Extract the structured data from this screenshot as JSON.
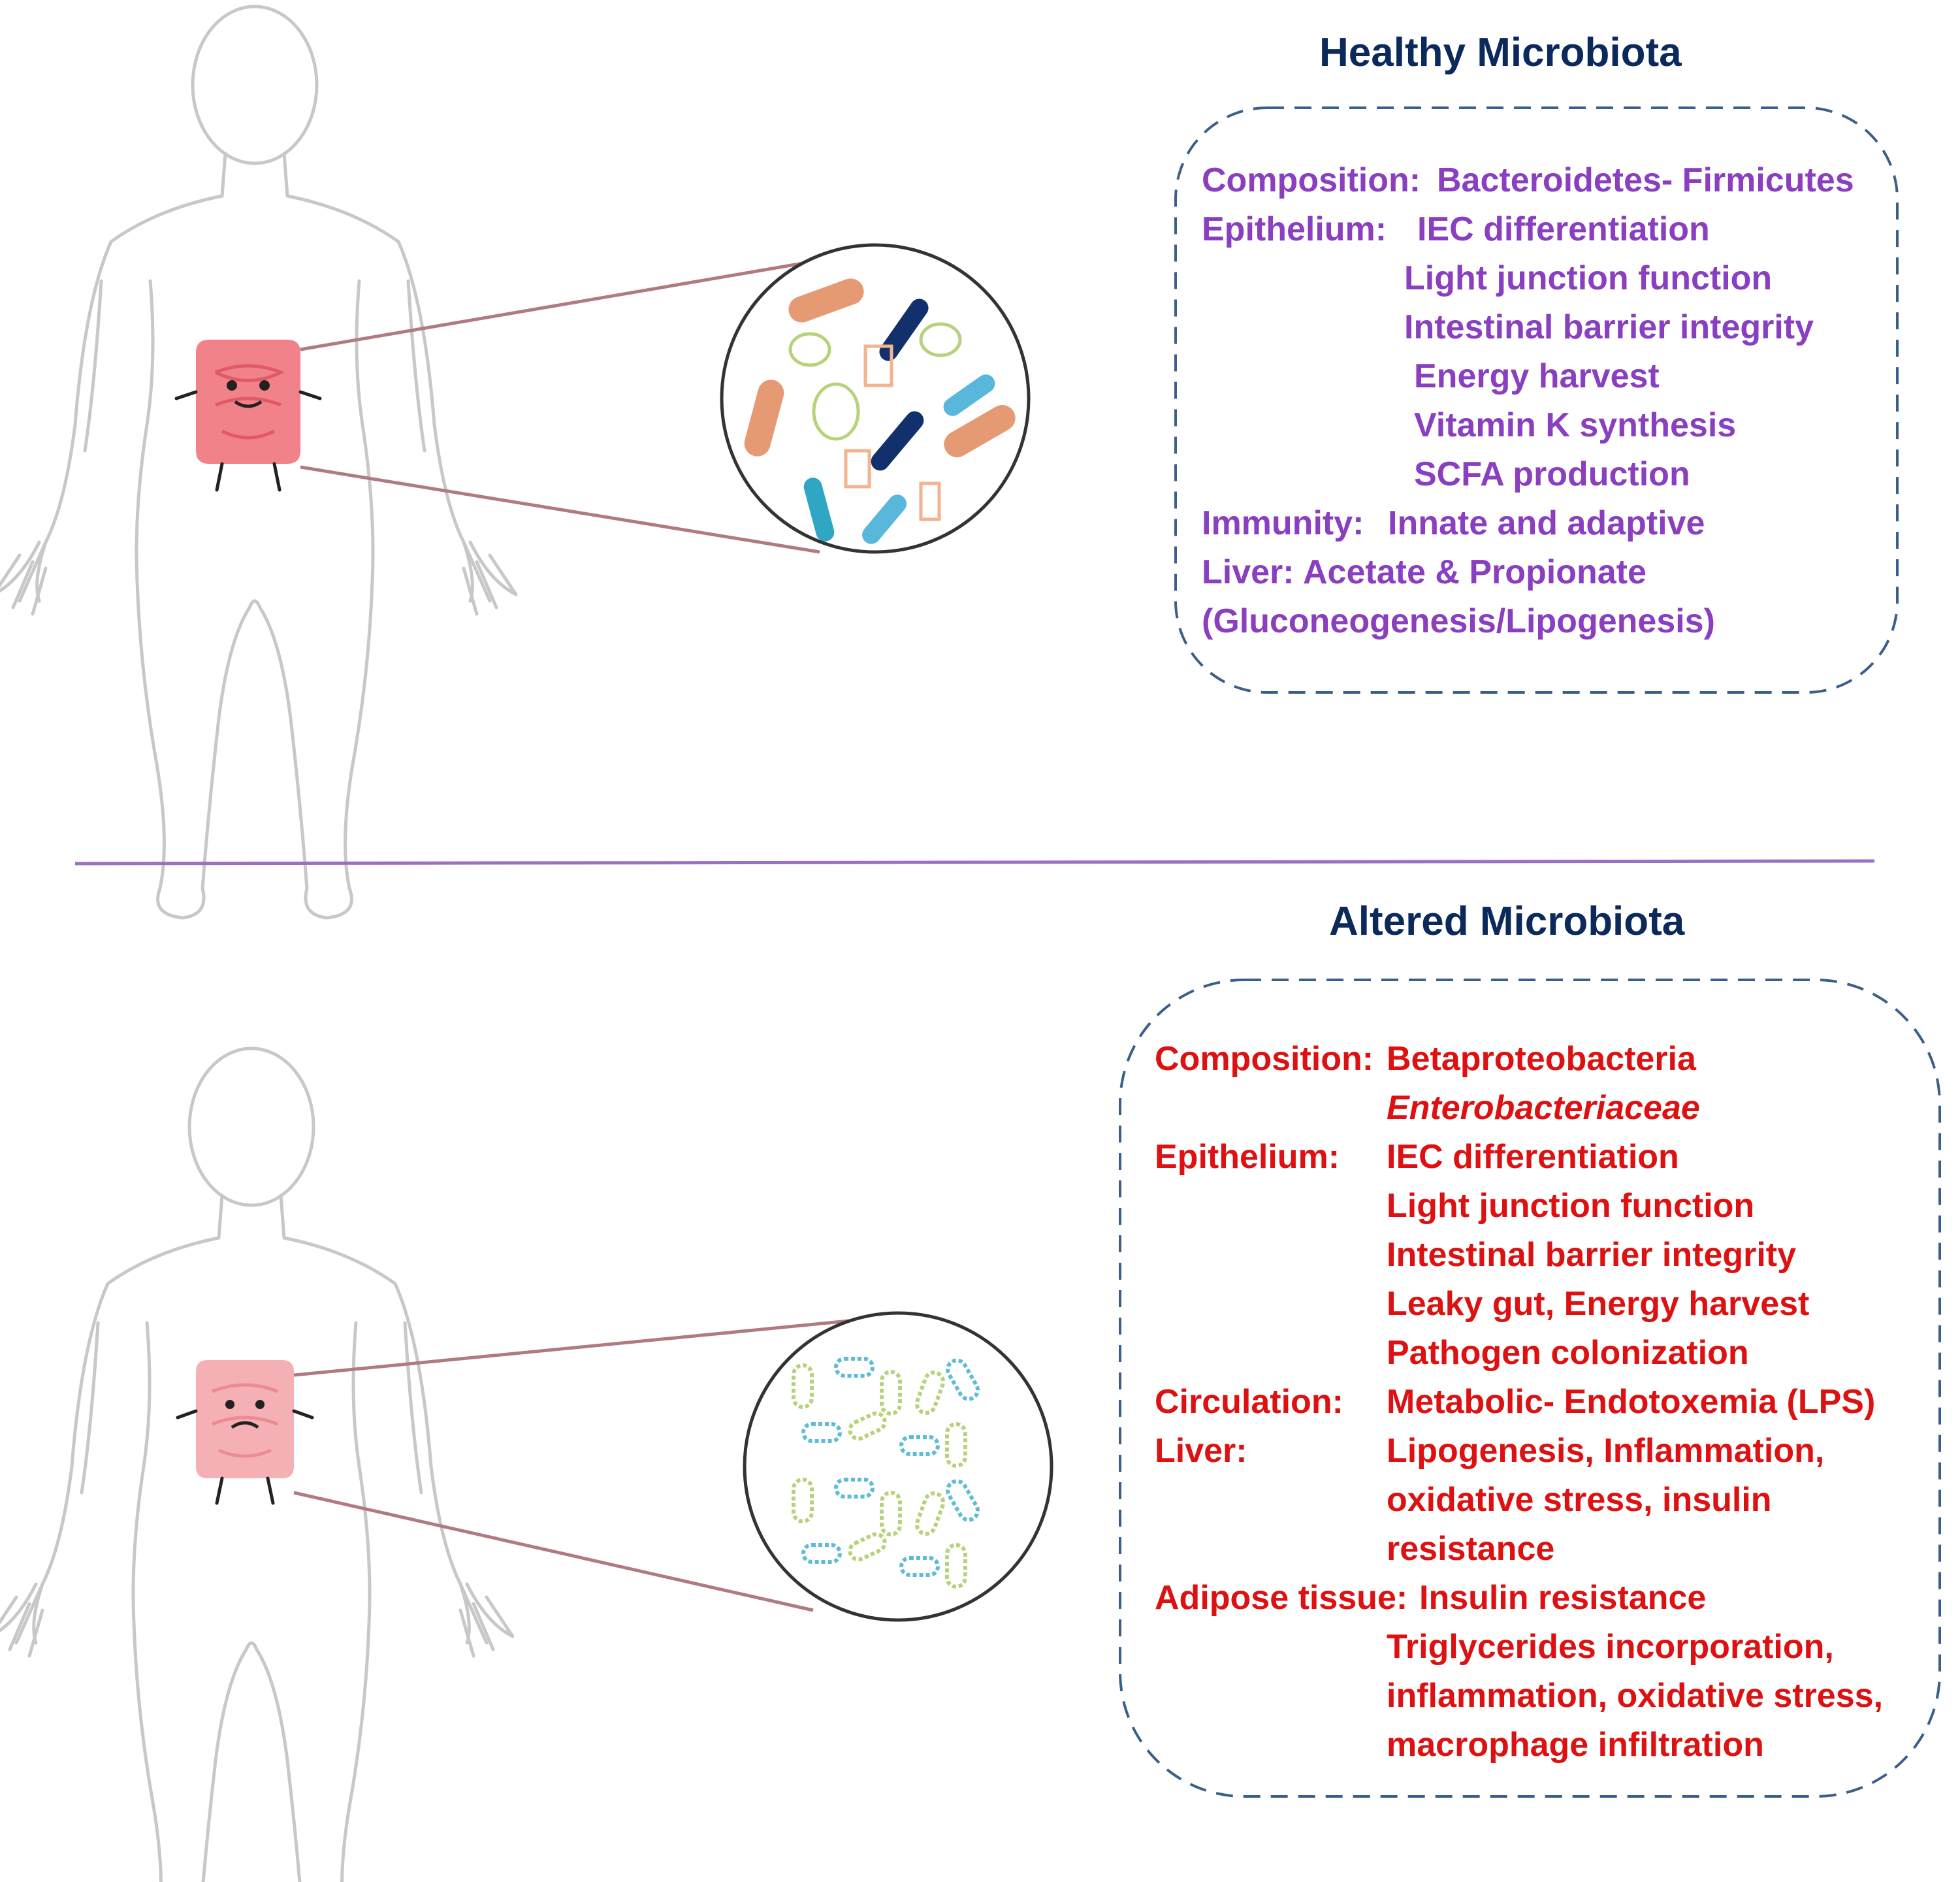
{
  "healthy": {
    "title": "Healthy Microbiota",
    "rows": [
      {
        "label": "Composition:",
        "value": "Bacteroidetes- Firmicutes"
      },
      {
        "label": "Epithelium:",
        "value": "IEC differentiation"
      },
      {
        "label": "",
        "value": "Light junction function"
      },
      {
        "label": "",
        "value": "Intestinal barrier integrity"
      },
      {
        "label": "",
        "value": "Energy harvest"
      },
      {
        "label": "",
        "value": "Vitamin K synthesis"
      },
      {
        "label": "",
        "value": "SCFA production"
      },
      {
        "label": "Immunity:",
        "value": "Innate and adaptive"
      },
      {
        "label": "Liver:",
        "value": "Acetate & Propionate"
      },
      {
        "label": "",
        "value": "(Gluconeogenesis/Lipogenesis)"
      }
    ]
  },
  "altered": {
    "title": "Altered Microbiota",
    "rows": [
      {
        "label": "Composition:",
        "value": "Betaproteobacteria"
      },
      {
        "label": "",
        "value": "Enterobacteriaceae"
      },
      {
        "label": "Epithelium:",
        "value": "IEC differentiation"
      },
      {
        "label": "",
        "value": "Light junction function"
      },
      {
        "label": "",
        "value": "Intestinal barrier integrity"
      },
      {
        "label": "",
        "value": "Leaky gut, Energy harvest"
      },
      {
        "label": "",
        "value": "Pathogen colonization"
      },
      {
        "label": "Circulation:",
        "value": "Metabolic- Endotoxemia (LPS)"
      },
      {
        "label": "Liver:",
        "value": "Lipogenesis, Inflammation,"
      },
      {
        "label": "",
        "value": "oxidative stress, insulin"
      },
      {
        "label": "",
        "value": "resistance"
      },
      {
        "label": "Adipose tissue:",
        "value": "Insulin resistance"
      },
      {
        "label": "",
        "value": "Triglycerides incorporation,"
      },
      {
        "label": "",
        "value": "inflammation, oxidative stress,"
      },
      {
        "label": "",
        "value": "macrophage infiltration"
      }
    ]
  },
  "colors": {
    "title": "#0b2a5b",
    "healthy_text": "#8a3ec0",
    "altered_text": "#dd1111",
    "divider": "#9b6fc4",
    "box_border": "#3a5f8a",
    "connector": "#b07a80",
    "gut_healthy": "#f2828a",
    "gut_altered": "#f5b0b5",
    "body_outline": "#c8c8c8"
  },
  "icons": [
    "human-body-outline",
    "gut-character-happy",
    "gut-character-sad",
    "magnifier-circle",
    "bacteria"
  ]
}
